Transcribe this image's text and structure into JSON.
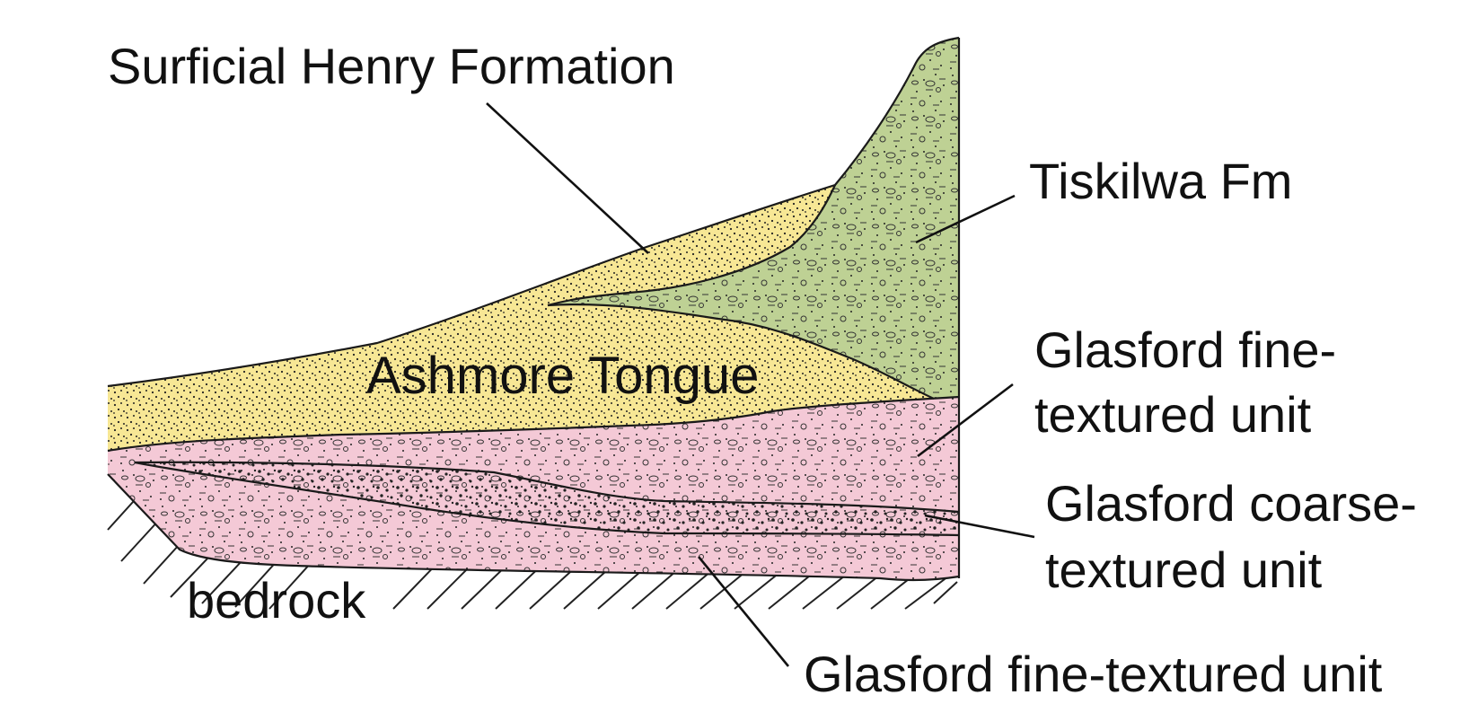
{
  "labels": {
    "henry": "Surficial Henry Formation",
    "tiskilwa": "Tiskilwa Fm",
    "glasford_fine_upper_1": "Glasford fine-",
    "glasford_fine_upper_2": "textured unit",
    "glasford_coarse_1": "Glasford coarse-",
    "glasford_coarse_2": "textured unit",
    "glasford_fine_lower": "Glasford fine-textured unit",
    "ashmore": "Ashmore Tongue",
    "bedrock": "bedrock"
  },
  "colors": {
    "henry_fill": "#f7e795",
    "ashmore_fill": "#f7e795",
    "tiskilwa_fill": "#bed194",
    "glasford_fill": "#f4c9d6",
    "line": "#1a1a1a",
    "text": "#111111"
  },
  "units": [
    {
      "id": "henry",
      "pattern": "fine-dots"
    },
    {
      "id": "ashmore",
      "pattern": "fine-dots"
    },
    {
      "id": "tiskilwa",
      "pattern": "till-pebbles"
    },
    {
      "id": "glasford-fine",
      "pattern": "till-pebbles"
    },
    {
      "id": "glasford-coarse",
      "pattern": "coarse-dots"
    },
    {
      "id": "bedrock",
      "pattern": "diagonal-hatch"
    }
  ]
}
